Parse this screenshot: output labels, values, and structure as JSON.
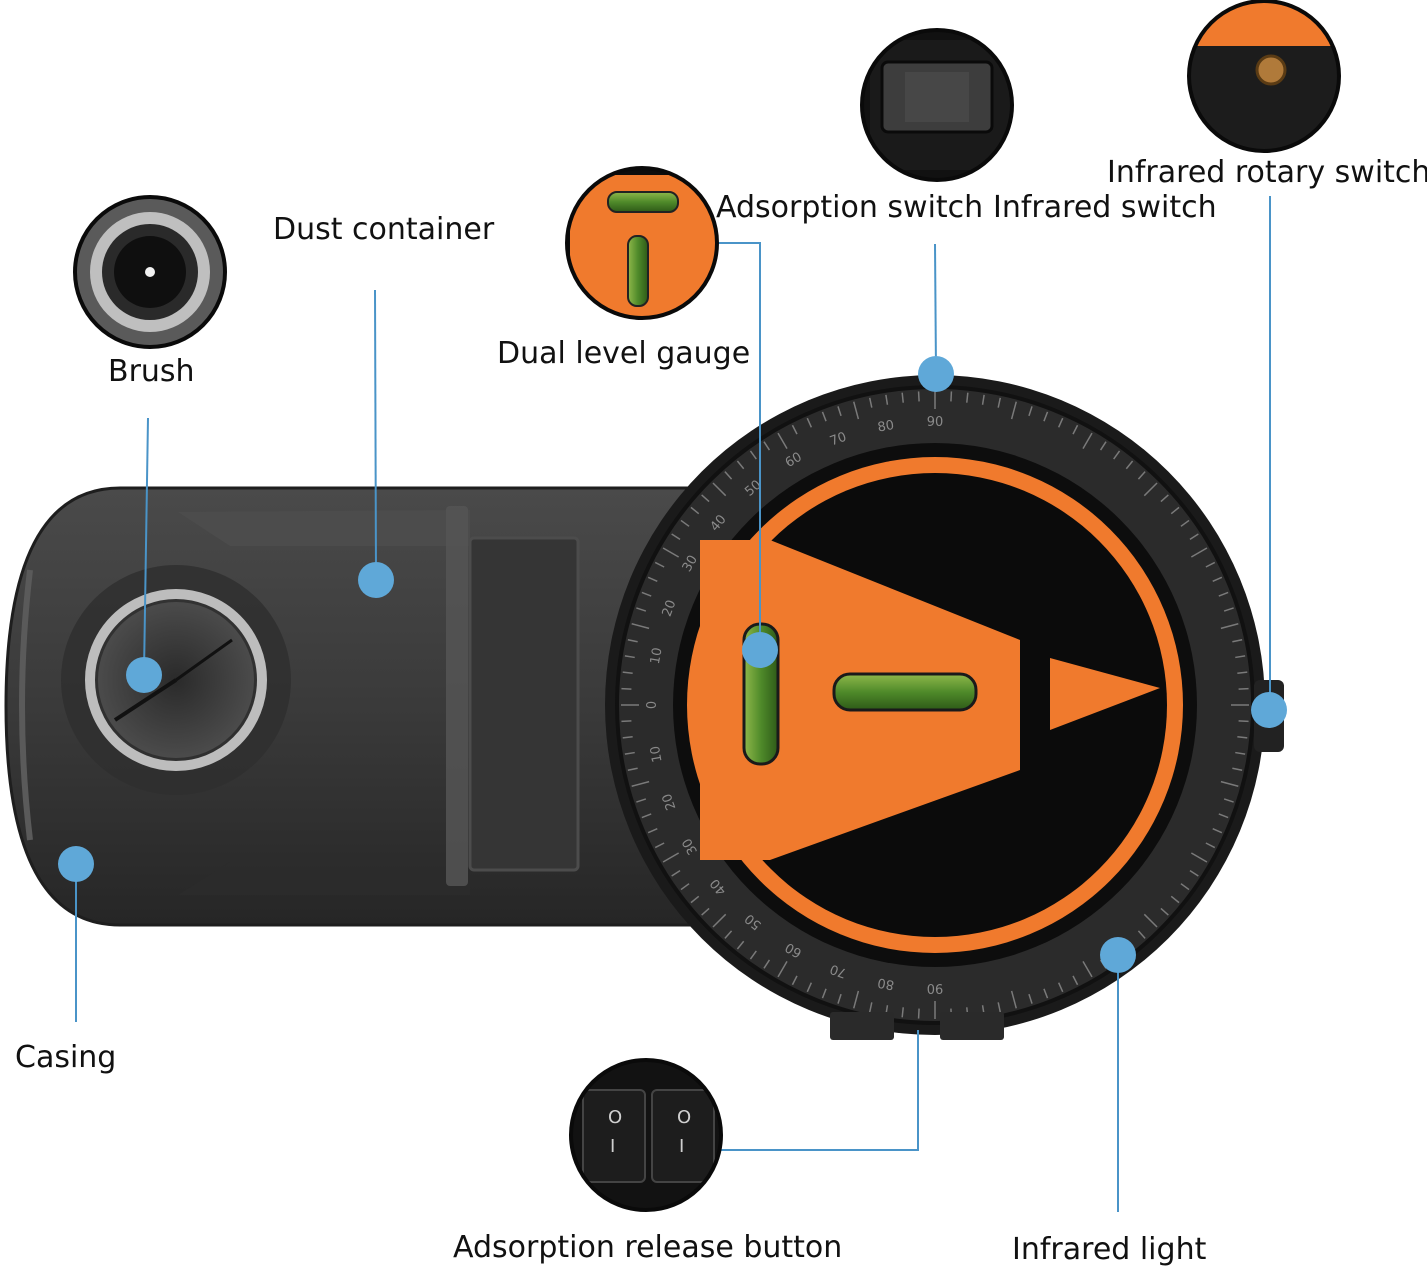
{
  "labels": {
    "brush": "Brush",
    "dust_container": "Dust container",
    "dual_level_gauge": "Dual level gauge",
    "adsorption_switch": "Adsorption switch",
    "infrared_switch": "Infrared switch",
    "infrared_rotary_switch": "Infrared rotary switch",
    "casing": "Casing",
    "adsorption_release_button": "Adsorption release button",
    "infrared_light": "Infrared light"
  },
  "switch_symbols": {
    "off": "O",
    "on": "I"
  },
  "protractor_scale": [
    "0",
    "10",
    "20",
    "30",
    "40",
    "50",
    "60",
    "70",
    "80",
    "90"
  ],
  "colors": {
    "accent_orange": "#f07a2d",
    "marker_blue": "#5fa8d8",
    "leader_line": "#4a94c8",
    "body_dark": "#3a3a3a",
    "bubble_green": "#4f8a2a"
  }
}
